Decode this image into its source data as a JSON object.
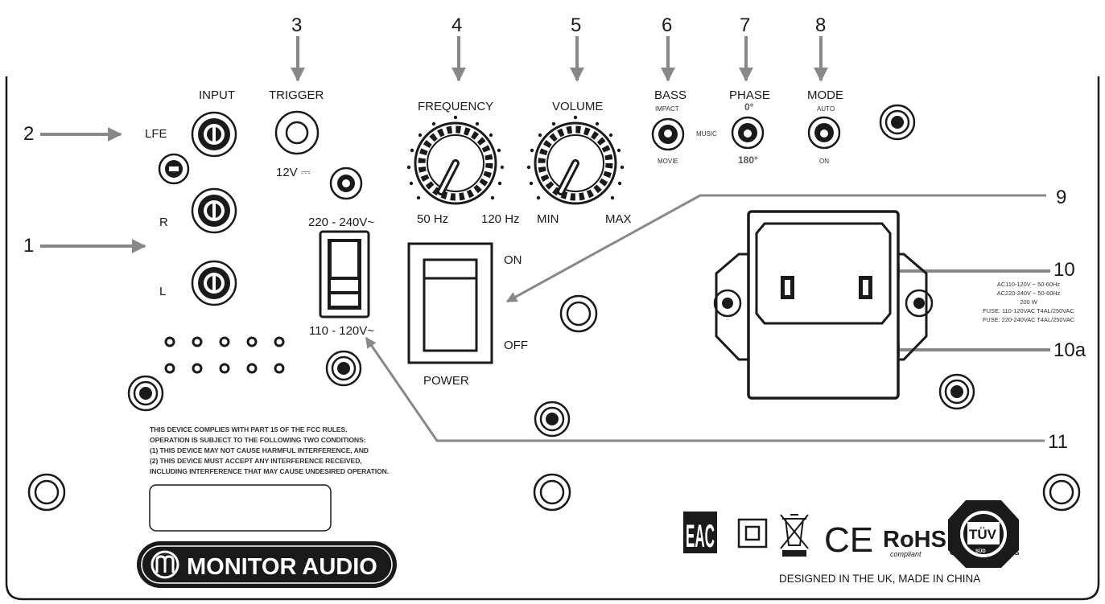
{
  "callouts": [
    "1",
    "2",
    "3",
    "4",
    "5",
    "6",
    "7",
    "8",
    "9",
    "10",
    "10a",
    "11"
  ],
  "labels": {
    "input": "INPUT",
    "trigger": "TRIGGER",
    "lfe": "LFE",
    "r": "R",
    "l": "L",
    "trigger_voltage": "12V ⎓",
    "frequency": "FREQUENCY",
    "freq_min": "50 Hz",
    "freq_max": "120 Hz",
    "volume": "VOLUME",
    "vol_min": "MIN",
    "vol_max": "MAX",
    "bass": "BASS",
    "bass_impact": "IMPACT",
    "bass_music": "MUSIC",
    "bass_movie": "MOVIE",
    "phase": "PHASE",
    "phase_0": "0°",
    "phase_180": "180°",
    "mode": "MODE",
    "mode_auto": "AUTO",
    "mode_on": "ON",
    "voltage_high": "220 - 240V~",
    "voltage_low": "110 - 120V~",
    "power_on": "ON",
    "power_off": "OFF",
    "power": "POWER"
  },
  "spec_lines": [
    "AC110-120V ~ 50-60Hz",
    "AC220-240V ~ 50-60Hz",
    "200 W",
    "FUSE: 110-120VAC T4AL/250VAC",
    "FUSE: 220-240VAC T4AL/250VAC"
  ],
  "fcc_lines": [
    "THIS DEVICE COMPLIES WITH PART 15 OF THE FCC RULES.",
    "OPERATION IS SUBJECT TO THE FOLLOWING TWO CONDITIONS:",
    "(1) THIS DEVICE MAY NOT CAUSE HARMFUL INTERFERENCE, AND",
    "(2) THIS DEVICE MUST ACCEPT ANY INTERFERENCE RECEIVED,",
    "INCLUDING INTERFERENCE THAT MAY CAUSE UNDESIRED OPERATION."
  ],
  "brand": {
    "name": "MONITOR AUDIO"
  },
  "certs": {
    "eac": "EAC",
    "ce": "CE",
    "rohs": "RoHS",
    "rohs_sub": "compliant",
    "tuv": "TÜV",
    "tuv_sud": "SÜD",
    "c": "C",
    "us": "US"
  },
  "footer": "DESIGNED IN THE UK, MADE IN CHINA",
  "colors": {
    "ink": "#1a1a1a",
    "arrow": "#888888"
  }
}
